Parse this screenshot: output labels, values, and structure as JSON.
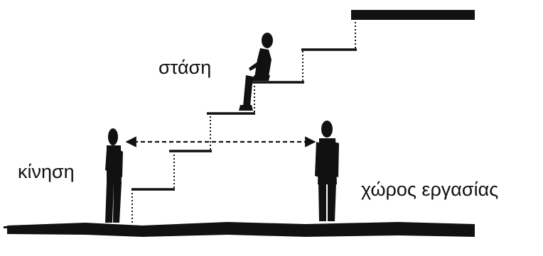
{
  "labels": {
    "posture": "στάση",
    "movement": "κίνηση",
    "workspace": "χώρος εργασίας"
  },
  "figures": {
    "seated": "seated-person-figure",
    "standing_left": "walking-person-figure",
    "standing_right": "standing-person-figure"
  },
  "colors": {
    "ink": "#111111",
    "background": "#ffffff"
  }
}
